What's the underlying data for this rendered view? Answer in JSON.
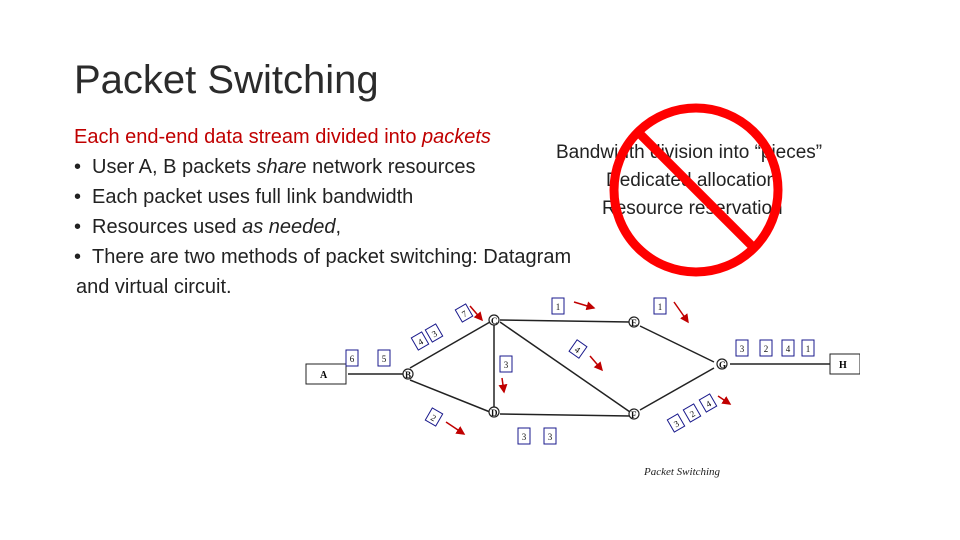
{
  "slide": {
    "title": "Packet Switching"
  },
  "bullets": {
    "intro_prefix": "Each end-end data stream divided into ",
    "intro_emph": "packets",
    "b1_prefix": "User A, B packets ",
    "b1_emph": "share",
    "b1_suffix": " network resources",
    "b2": "Each packet uses full link bandwidth",
    "b3_prefix": "Resources used ",
    "b3_emph": "as needed",
    "b3_suffix": ",",
    "b4_line1": "There are two methods of packet switching: Datagram",
    "b4_line2": "and virtual circuit.",
    "bullet_char": "•"
  },
  "crossed_out": {
    "line1": "Bandwidth division into “pieces”",
    "line2": "Dedicated allocation",
    "line3": "Resource reservation",
    "color": "#ff0000"
  },
  "network": {
    "caption": "Packet Switching",
    "nodes": {
      "A": "A",
      "B": "B",
      "C": "C",
      "D": "D",
      "E": "E",
      "F": "F",
      "G": "G",
      "H": "H"
    },
    "packets": {
      "p_a1": "6",
      "p_a2": "5",
      "p_bc1": "4",
      "p_bc2": "3",
      "p_c": "7",
      "p_bd": "2",
      "p_cd": "3",
      "p_d1": "3",
      "p_d2": "3",
      "p_ce": "1",
      "p_e": "1",
      "p_ef": "4",
      "p_fg1": "3",
      "p_fg2": "2",
      "p_fg3": "4",
      "p_gh1": "3",
      "p_gh2": "2",
      "p_gh3": "4",
      "p_gh4": "1"
    },
    "arrow_color": "#c00000",
    "packet_color": "#1a1a8c"
  }
}
